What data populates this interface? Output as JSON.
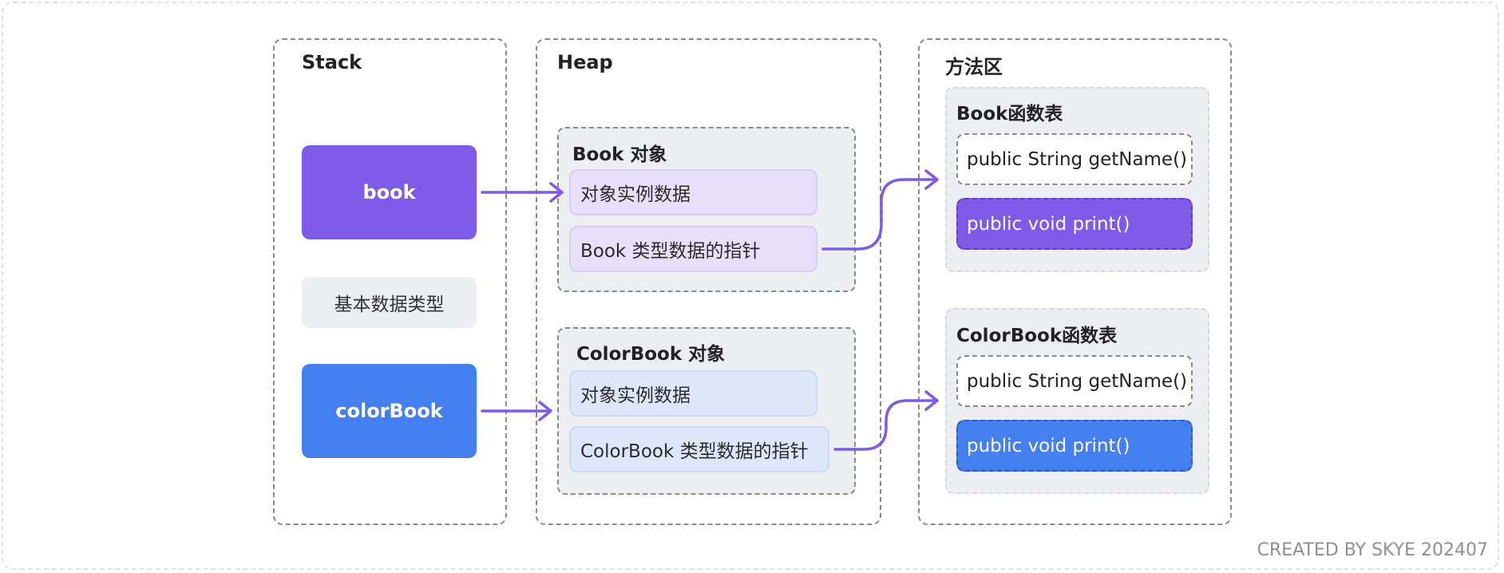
{
  "stack": {
    "title": "Stack",
    "book": "book",
    "basic_types": "基本数据类型",
    "colorbook": "colorBook"
  },
  "heap": {
    "title": "Heap",
    "book_object": {
      "title": "Book 对象",
      "instance_data": "对象实例数据",
      "type_pointer": "Book 类型数据的指针"
    },
    "colorbook_object": {
      "title": "ColorBook 对象",
      "instance_data": "对象实例数据",
      "type_pointer": "ColorBook 类型数据的指针"
    }
  },
  "method_area": {
    "title": "方法区",
    "book_table": {
      "title": "Book函数表",
      "methods": [
        "public String getName()",
        "public void print()"
      ]
    },
    "colorbook_table": {
      "title": "ColorBook函数表",
      "methods": [
        "public String getName()",
        "public void print()"
      ]
    }
  },
  "credit": "CREATED BY SKYE 202407",
  "colors": {
    "purple": "#7d5ae8",
    "blue": "#447ff0",
    "arrow": "#7d5ae8"
  }
}
